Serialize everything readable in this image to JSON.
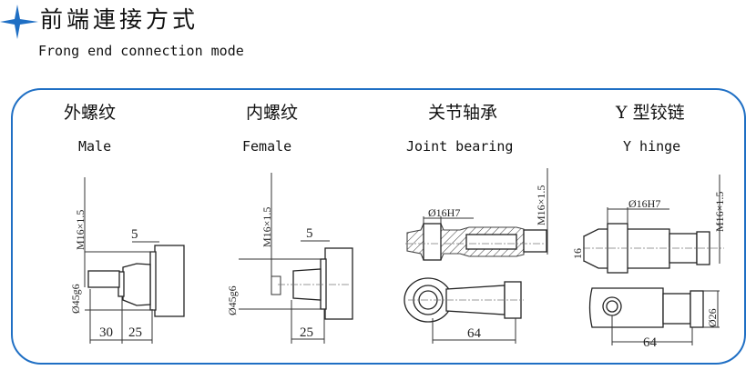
{
  "header": {
    "title_cn": "前端連接方式",
    "title_en": "Frong end connection mode",
    "accent_color": "#1f6fc4"
  },
  "types": [
    {
      "name_cn": "外螺纹",
      "name_en": "Male",
      "dims": {
        "thread": "M16×1.5",
        "diameter": "Ø45g6",
        "d1": "5",
        "d2": "30",
        "d3": "25"
      }
    },
    {
      "name_cn": "内螺纹",
      "name_en": "Female",
      "dims": {
        "thread": "M16×1.5",
        "diameter": "Ø45g6",
        "d1": "5",
        "d2": "25"
      }
    },
    {
      "name_cn": "关节轴承",
      "name_en": "Joint bearing",
      "dims": {
        "thread": "M16×1.5",
        "bore": "Ø16H7",
        "length": "64"
      }
    },
    {
      "name_cn": "Y 型铰链",
      "name_en": "Y hinge",
      "dims": {
        "thread": "M16×1.5",
        "bore": "Ø16H7",
        "width": "16",
        "diameter": "Ø26",
        "length": "64"
      }
    }
  ]
}
